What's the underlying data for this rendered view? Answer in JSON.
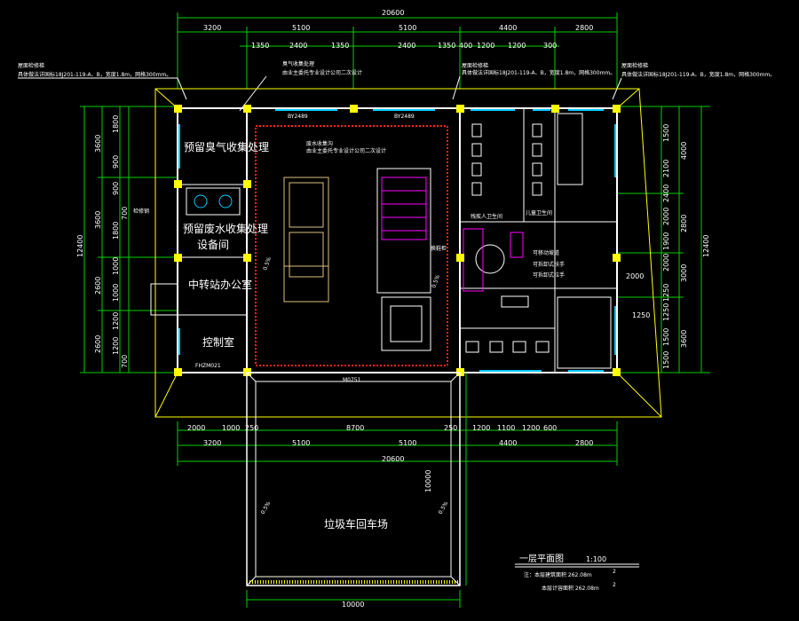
{
  "dimensions": {
    "total_width": "20600",
    "top_row1": [
      "3200",
      "5100",
      "5100",
      "4400",
      "2800"
    ],
    "top_row2": [
      "1350",
      "2400",
      "1350",
      "2400",
      "1350",
      "400",
      "1200",
      "1200",
      "300"
    ],
    "bottom_row1": [
      "2000",
      "1000",
      "250",
      "8700",
      "250",
      "1200",
      "1100",
      "1200",
      "600"
    ],
    "bottom_row2": [
      "3200",
      "5100",
      "5100",
      "4400",
      "2800"
    ],
    "turn_width": "10000",
    "turn_depth": "10000",
    "left_total": "12400",
    "left_outer": [
      "3600",
      "3600",
      "2600",
      "2600"
    ],
    "left_inner": [
      "1800",
      "900",
      "900",
      "1800",
      "1000",
      "1000",
      "1200",
      "1200"
    ],
    "left_inner_small": [
      "700",
      "700"
    ],
    "right_total": "12400",
    "right_outer": [
      "4000",
      "2800",
      "3000",
      "3600"
    ],
    "right_inner": [
      "1500",
      "2100",
      "2400",
      "2000",
      "1900",
      "2000",
      "1250",
      "1250",
      "1500",
      "1500"
    ],
    "right_inner_small": [
      "2000",
      "1250"
    ]
  },
  "rooms": {
    "odor": "预留臭气收集处理",
    "wastewater": "预留废水收集处理",
    "equipment": "设备间",
    "office": "中转站办公室",
    "control": "控制室",
    "turnaround": "垃圾车回车场"
  },
  "annotations": {
    "left_top_1": "屋面检修梯",
    "left_top_2": "具体做法详国标18J201-119-A、B，宽度1.8m，网格300mm。",
    "center_top_1": "臭气收集处理",
    "center_top_2": "由业主委托专业设计公司二次设计",
    "right_top_1": "屋面检修梯",
    "right_top_2": "具体做法详国标18J201-119-A、B，宽度1.8m，网格300mm。",
    "right_top_3": "屋面检修梯",
    "right_top_4": "具体做法详国标18J201-119-A、B，宽度1.8m，网格300mm。",
    "wastewater_1": "废水收集沟",
    "wastewater_2": "由业主委托专业设计公司二次设计",
    "handicap": "残疾人卫生间",
    "family": "儿童卫生间",
    "room_door": "换鞋柜",
    "ramp_1": "可移动坡道",
    "ramp_2": "可拆卸式扶手",
    "ramp_3": "可拆卸式拉手",
    "label_left": "检修钢",
    "slope_left": "0.5%",
    "slope_mid": "0.5%",
    "slope_turn_left": "0.5%",
    "slope_turn_right": "0.5%",
    "door_main": "M0751",
    "door_side": "FHZM021",
    "window_by1": "BY2489",
    "window_by2": "BY2489"
  },
  "title_block": {
    "title": "一层平面图",
    "scale": "1:100",
    "note_1": "注：本层建筑面积 262.08m",
    "note_2": "本层计容面积 262.08m",
    "superscript": "2"
  },
  "colors": {
    "background": "#000000",
    "dimension_line": "#00d000",
    "wall": "#ffffff",
    "window": "#00c8ff",
    "column": "#ffff00",
    "accent_red": "#ff2020",
    "magenta": "#ff00ff"
  }
}
